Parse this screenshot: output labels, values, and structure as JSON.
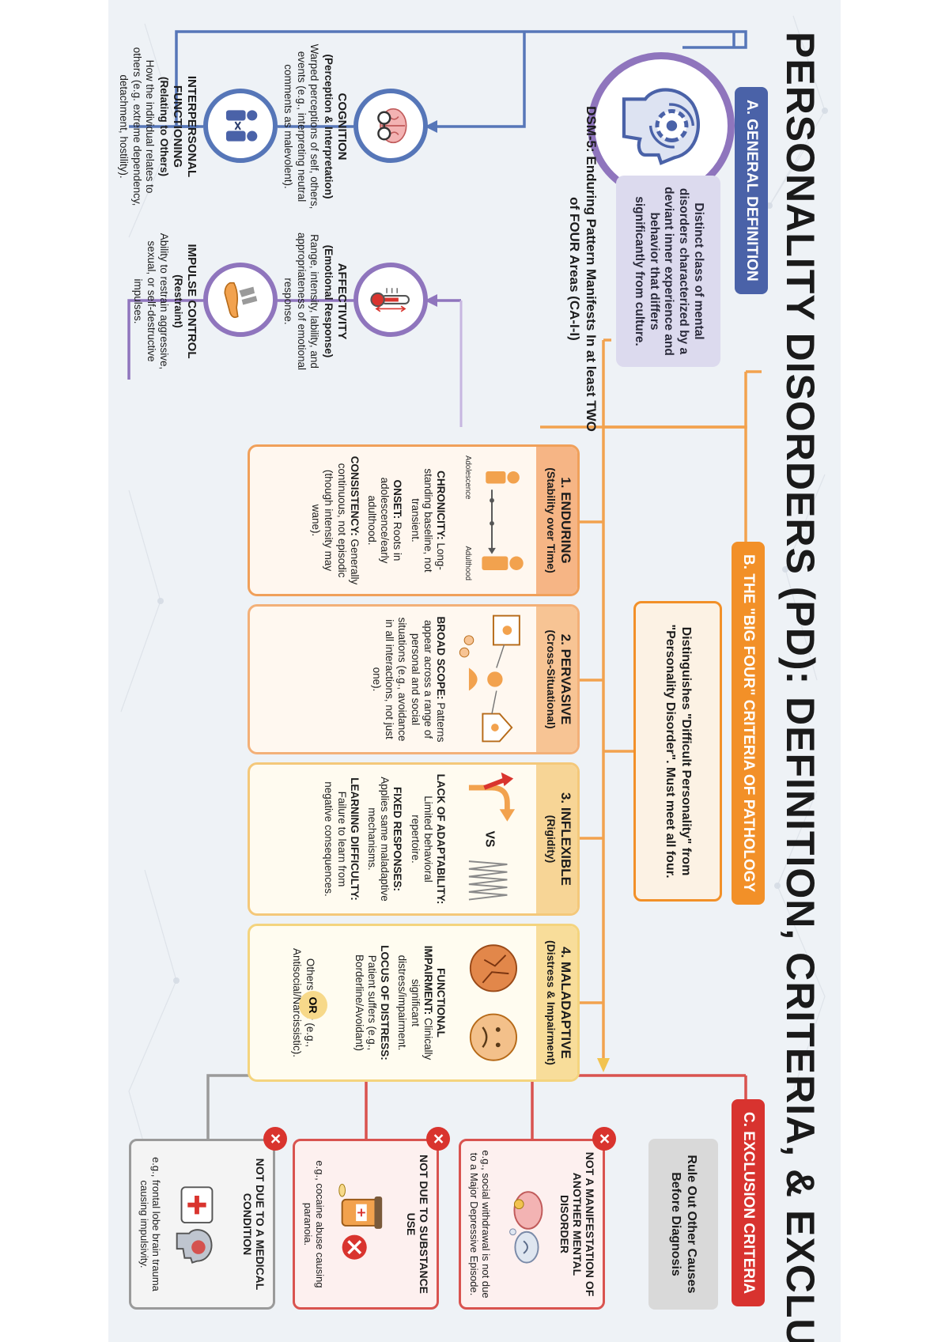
{
  "title": "PERSONALITY DISORDERS (PD): DEFINITION, CRITERIA, & EXCLUSIONS",
  "colors": {
    "general": "#4a62a8",
    "purple": "#8f75bd",
    "criteria": "#f29028",
    "exclusion": "#d8332f",
    "background": "#eef2f6"
  },
  "section_a": {
    "label": "A. GENERAL DEFINITION",
    "definition": "Distinct class of mental disorders characterized by a deviant inner experience and behavior that differs significantly from culture.",
    "icon": "head-gears-icon",
    "dsm_note": "DSM-5: Enduring Pattern Manifests In at least TWO of FOUR Areas (CA-I-I)",
    "areas": [
      {
        "title": "COGNITION",
        "subtitle": "(Perception & Interpretation)",
        "desc": "Warped perceptions of self, others, events (e.g., interpreting neutral comments as malevolent).",
        "icon": "brain-glasses-icon"
      },
      {
        "title": "AFFECTIVITY",
        "subtitle": "(Emotional Response)",
        "desc": "Range, intensity, lability, and appropriateness of emotional response.",
        "icon": "thermometer-icon"
      },
      {
        "title": "INTERPERSONAL FUNCTIONING",
        "subtitle": "(Relating to Others)",
        "desc": "How the individual relates to others (e.g. extreme dependency, detachment, hostility).",
        "icon": "two-people-icon"
      },
      {
        "title": "IMPULSE CONTROL",
        "subtitle": "(Restraint)",
        "desc": "Ability to restrain aggressive, sexual, or self-destructive impulses.",
        "icon": "hand-restraint-icon"
      }
    ]
  },
  "section_b": {
    "label": "B. THE \"BIG FOUR\" CRITERIA OF PATHOLOGY",
    "distinguish": "Distinguishes \"Difficult Personality\" from \"Personality Disorder\". Must meet all four.",
    "criteria": [
      {
        "title": "1. ENDURING",
        "subtitle": "(Stability over Time)",
        "art_labels": [
          "Adolescence",
          "Adulthood"
        ],
        "lines": [
          {
            "key": "CHRONICITY:",
            "text": "Long-standing baseline, not transient."
          },
          {
            "key": "ONSET:",
            "text": "Roots in adolescence/early adulthood."
          },
          {
            "key": "CONSISTENCY:",
            "text": "Generally continuous, not episodic (though intensity may wane)."
          }
        ]
      },
      {
        "title": "2. PERVASIVE",
        "subtitle": "(Cross-Situational)",
        "art_labels": [],
        "lines": [
          {
            "key": "BROAD SCOPE:",
            "text": "Patterns appear across a range of personal and social situations (e.g., avoidance in all interactions, not just one)."
          }
        ]
      },
      {
        "title": "3. INFLEXIBLE",
        "subtitle": "(Rigidity)",
        "art_labels": [
          "VS"
        ],
        "lines": [
          {
            "key": "LACK OF ADAPTABILITY:",
            "text": "Limited behavioral repertoire."
          },
          {
            "key": "FIXED RESPONSES:",
            "text": "Applies same maladaptive mechanisms."
          },
          {
            "key": "LEARNING DIFFICULTY:",
            "text": "Failure to learn from negative consequences."
          }
        ]
      },
      {
        "title": "4. MALADAPTIVE",
        "subtitle": "(Distress & Impairment)",
        "art_labels": [],
        "lines": [
          {
            "key": "FUNCTIONAL IMPAIRMENT:",
            "text": "Clinically significant distress/impairment."
          },
          {
            "key": "LOCUS OF DISTRESS:",
            "text": "Patient suffers (e.g., Borderline/Avoidant)"
          },
          {
            "key": "",
            "text": "Others suffer (e.g., Antisocial/Narcissistic)."
          }
        ],
        "or_label": "OR"
      }
    ]
  },
  "section_c": {
    "label": "C. EXCLUSION CRITERIA",
    "rule": "Rule Out Other Causes Before Diagnosis",
    "items": [
      {
        "title": "NOT A MANIFESTATION OF ANOTHER MENTAL DISORDER",
        "desc": "e.g., social withdrawal is not due to a Major Depressive Episode.",
        "icon": "brain-thought-icon"
      },
      {
        "title": "NOT DUE TO SUBSTANCE USE",
        "desc": "e.g., cocaine abuse causing paranoia.",
        "icon": "pill-bottle-icon"
      },
      {
        "title": "NOT DUE TO A MEDICAL CONDITION",
        "desc": "e.g., frontal lobe brain trauma causing impulsivity.",
        "icon": "medical-kit-icon"
      }
    ]
  }
}
